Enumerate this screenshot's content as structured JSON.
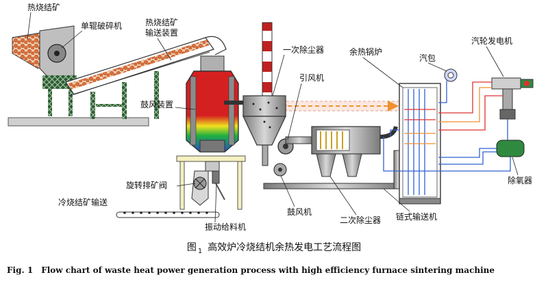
{
  "labels": {
    "hot_ore": "热烧结矿",
    "crusher": "单辊破碎机",
    "hot_conveyor_l1": "热烧结矿",
    "hot_conveyor_l2": "输送装置",
    "primary_dust": "一次除尘器",
    "boiler": "余热锅炉",
    "drum": "汽包",
    "turbine": "汽轮发电机",
    "induced_fan": "引风机",
    "blower_device": "鼓风装置",
    "rotary_valve": "旋转排矿阀",
    "cold_ore": "冷烧结矿输送",
    "vib_feeder": "振动给料机",
    "blower_fan": "鼓风机",
    "secondary_dust": "二次除尘器",
    "chain_conveyor": "链式输送机",
    "deaerator": "除氧器"
  },
  "caption": {
    "cn_prefix": "图",
    "cn_num": "1",
    "cn_text": "高效炉冷烧结机余热发电工艺流程图",
    "en_num": "Fig. 1",
    "en_text": "Flow chart of waste heat power generation process with high efficiency furnace sintering machine"
  },
  "colors": {
    "ore_orange": "#e0703a",
    "furnace_red": "#d42020",
    "furnace_yellow": "#f0e020",
    "furnace_green": "#20b040",
    "furnace_blue": "#2050d0",
    "steel_gray": "#9a9a9a",
    "truss_green": "#2f5a35",
    "pipe_blue": "#3060d0",
    "pipe_red": "#e03030",
    "pipe_orange": "#f09030",
    "table_yellow": "#f5f0c0",
    "chimney_red": "#c02020"
  }
}
